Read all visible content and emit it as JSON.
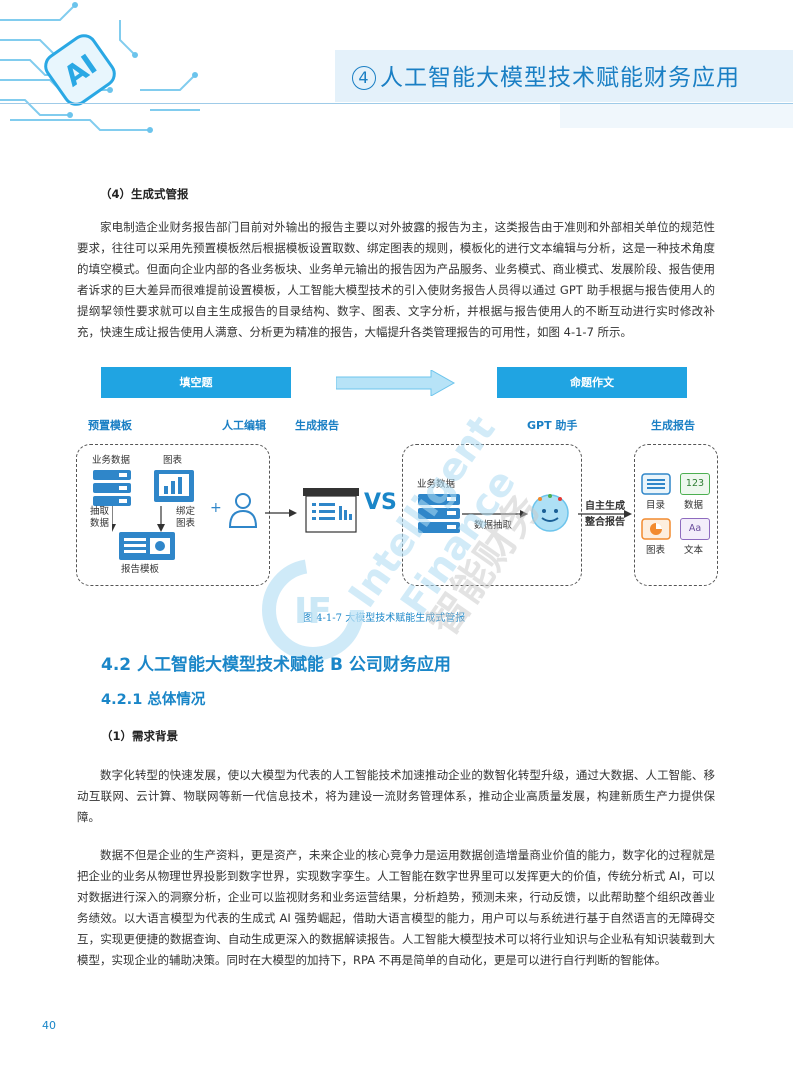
{
  "header": {
    "number": "4",
    "title": "人工智能大模型技术赋能财务应用",
    "logo_text": "AI"
  },
  "section_4": {
    "subhead": "（4）生成式管报",
    "paragraph": "家电制造企业财务报告部门目前对外输出的报告主要以对外披露的报告为主，这类报告由于准则和外部相关单位的规范性要求，往往可以采用先预置模板然后根据模板设置取数、绑定图表的规则，模板化的进行文本编辑与分析，这是一种技术角度的填空模式。但面向企业内部的各业务板块、业务单元输出的报告因为产品服务、业务模式、商业模式、发展阶段、报告使用者诉求的巨大差异而很难提前设置模板，人工智能大模型技术的引入使财务报告人员得以通过 GPT 助手根据与报告使用人的提纲挈领性要求就可以自主生成报告的目录结构、数字、图表、文字分析，并根据与报告使用人的不断互动进行实时修改补充，快速生成让报告使用人满意、分析更为精准的报告，大幅提升各类管理报告的可用性，如图 4-1-7 所示。"
  },
  "figure": {
    "bar_left": "填空题",
    "bar_right": "命题作文",
    "label_preset": "预置模板",
    "label_manual": "人工编辑",
    "label_gen_left": "生成报告",
    "label_gpt": "GPT 助手",
    "label_gen_right": "生成报告",
    "business_data": "业务数据",
    "chart": "图表",
    "extract_data": "抽取\n数据",
    "bind_chart": "绑定\n图表",
    "report_template": "报告模板",
    "plus": "+",
    "vs": "VS",
    "business_data_2": "业务数据",
    "data_extract": "数据抽取",
    "auto_gen": "自主生成\n整合报告",
    "toc": "目录",
    "data": "数据",
    "chart2": "图表",
    "text": "文本",
    "num_icon": "123",
    "aa_icon": "Aa",
    "caption": "图 4-1-7 大模型技术赋能生成式管报"
  },
  "watermark": {
    "en1": "Intelligent",
    "en2": "Finance",
    "cn": "智能财务"
  },
  "section_42": {
    "title": "4.2 人工智能大模型技术赋能 B 公司财务应用",
    "sub_title": "4.2.1 总体情况",
    "subhead": "（1）需求背景",
    "para1": "数字化转型的快速发展，使以大模型为代表的人工智能技术加速推动企业的数智化转型升级，通过大数据、人工智能、移动互联网、云计算、物联网等新一代信息技术，将为建设一流财务管理体系，推动企业高质量发展，构建新质生产力提供保障。",
    "para2": "数据不但是企业的生产资料，更是资产，未来企业的核心竞争力是运用数据创造增量商业价值的能力，数字化的过程就是把企业的业务从物理世界投影到数字世界，实现数字孪生。人工智能在数字世界里可以发挥更大的价值，传统分析式 AI，可以对数据进行深入的洞察分析，企业可以监视财务和业务运营结果，分析趋势，预测未来，行动反馈，以此帮助整个组织改善业务绩效。以大语言模型为代表的生成式 AI 强势崛起，借助大语言模型的能力，用户可以与系统进行基于自然语言的无障碍交互，实现更便捷的数据查询、自动生成更深入的数据解读报告。人工智能大模型技术可以将行业知识与企业私有知识装载到大模型，实现企业的辅助决策。同时在大模型的加持下，RPA 不再是简单的自动化，更是可以进行自行判断的智能体。"
  },
  "footer": {
    "page_number": "40"
  },
  "colors": {
    "accent": "#1a86c8",
    "bar": "#20a4e2",
    "arrow": "#9fd8f3"
  }
}
